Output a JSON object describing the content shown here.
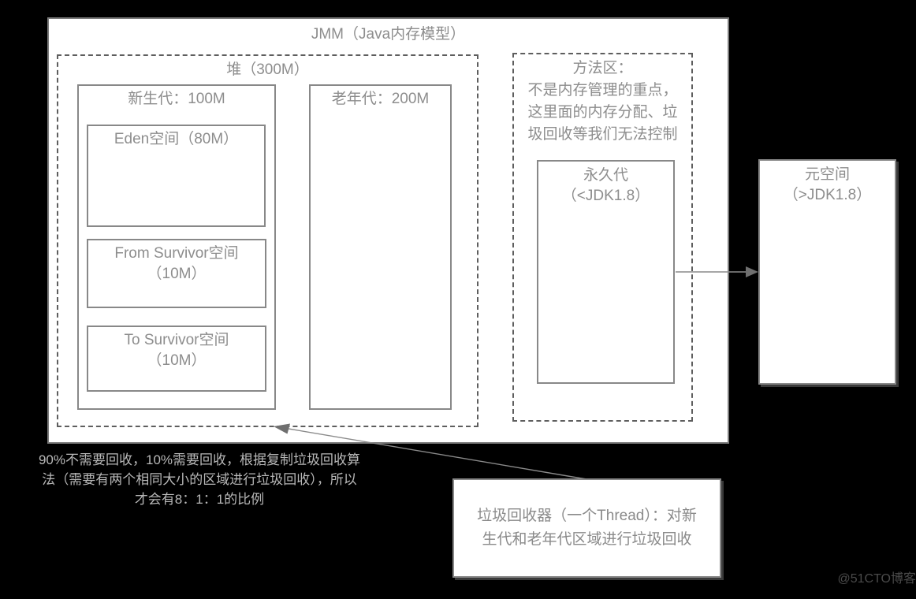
{
  "diagram": {
    "title": "JMM（Java内存模型）",
    "heap": {
      "label": "堆（300M）",
      "young_gen": {
        "label": "新生代：100M",
        "eden": {
          "label": "Eden空间（80M）"
        },
        "from_survivor": {
          "line1": "From Survivor空间",
          "line2": "（10M）"
        },
        "to_survivor": {
          "line1": "To Survivor空间",
          "line2": "（10M）"
        }
      },
      "old_gen": {
        "label": "老年代：200M"
      }
    },
    "method_area": {
      "title": "方法区：",
      "desc_line1": "不是内存管理的重点，",
      "desc_line2": "这里面的内存分配、垃",
      "desc_line3": "圾回收等我们无法控制",
      "perm_gen": {
        "line1": "永久代",
        "line2": "（<JDK1.8）"
      }
    },
    "metaspace": {
      "line1": "元空间",
      "line2": "（>JDK1.8）"
    },
    "gc_note": {
      "line1": "垃圾回收器（一个Thread）：对新",
      "line2": "生代和老年代区域进行垃圾回收"
    },
    "ratio_note": {
      "line1": "90%不需要回收，10%需要回收，根据复制垃圾回收算",
      "line2": "法（需要有两个相同大小的区域进行垃圾回收），所以",
      "line3": "才会有8：1：1的比例"
    },
    "watermark": "@51CTO博客",
    "colors": {
      "background": "#000000",
      "box_background": "#ffffff",
      "solid_border": "#7a7a7a",
      "dashed_border": "#5e5e5e",
      "label_text": "#8d8d8d",
      "note_text": "#b8b8b8",
      "arrow": "#8a8a8a",
      "watermark_text": "#4a4a4a"
    }
  }
}
